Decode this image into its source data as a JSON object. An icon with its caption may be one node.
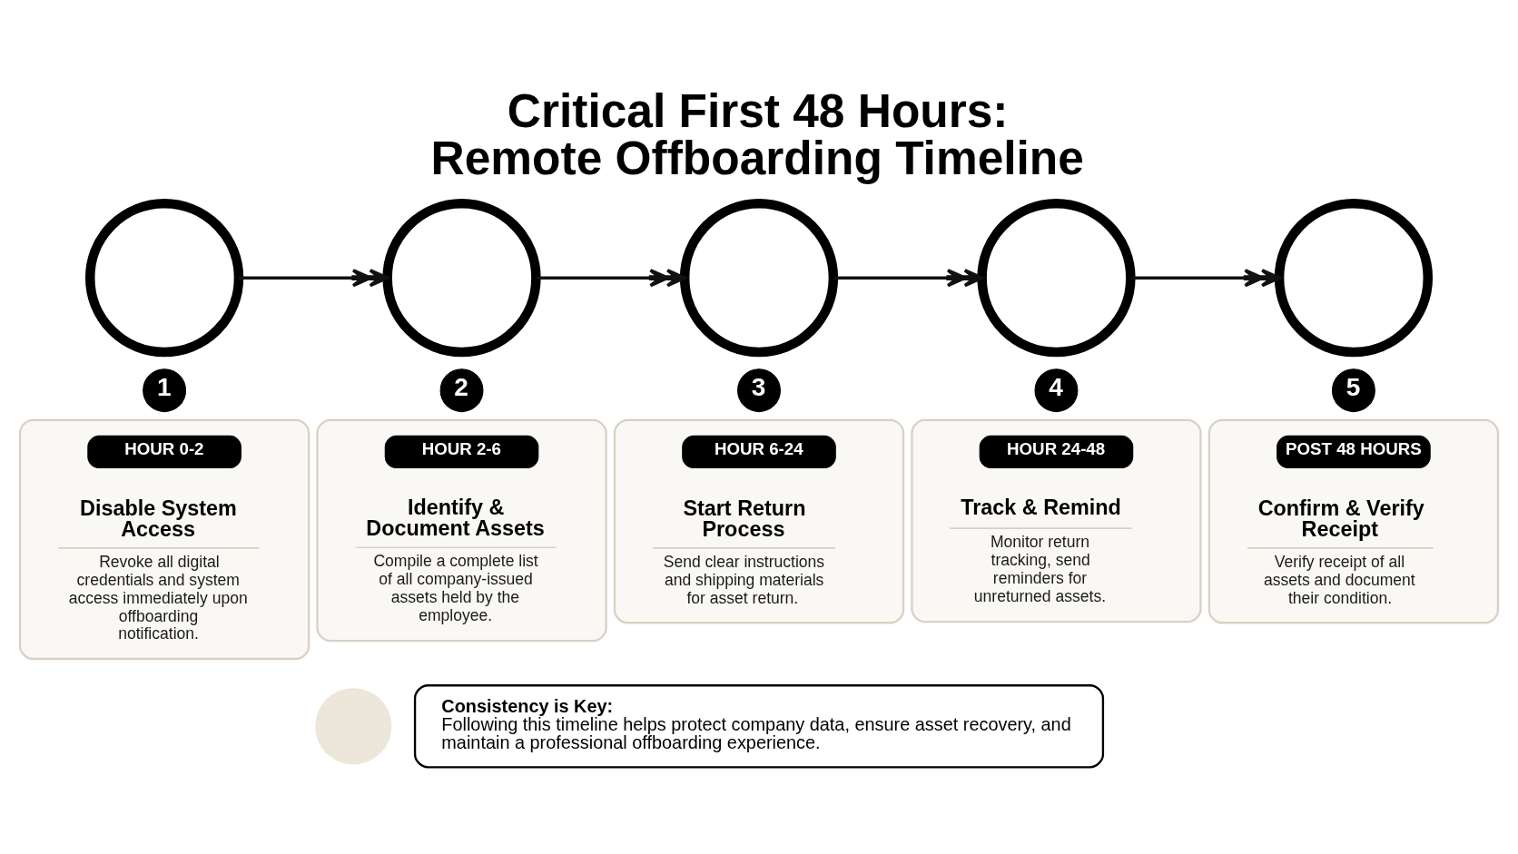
{
  "diagram": {
    "title": "Critical First 48 Hours: Remote Offboarding Timeline",
    "nodes": [
      {
        "text": [],
        "shape": "circle"
      },
      {
        "text": [
          "1"
        ]
      },
      {
        "text": [
          "Disable System Access",
          "Revoke all digital credentials and system access immediately upon offboarding notification."
        ]
      },
      {
        "text": [
          "HOUR 0-2"
        ],
        "in": 2
      },
      {
        "text": [],
        "shape": "circle"
      },
      {
        "text": [
          "2"
        ]
      },
      {
        "text": [
          "Identify & Document Assets",
          "Compile a complete list of all company-issued assets held by the employee."
        ]
      },
      {
        "text": [
          "HOUR 2-6"
        ],
        "in": 6
      },
      {
        "text": [],
        "shape": "circle"
      },
      {
        "text": [
          "3"
        ]
      },
      {
        "text": [
          "Start Return Process",
          "Send clear instructions and shipping materials for asset return."
        ]
      },
      {
        "text": [
          "HOUR 6-24"
        ],
        "in": 10
      },
      {
        "text": [],
        "shape": "circle"
      },
      {
        "text": [
          "4"
        ]
      },
      {
        "text": [
          "Track & Remind",
          "Monitor return tracking, send reminders for unreturned assets."
        ]
      },
      {
        "text": [
          "HOUR 24-48"
        ],
        "in": 14
      },
      {
        "text": [],
        "shape": "circle"
      },
      {
        "text": [
          "5"
        ]
      },
      {
        "text": [
          "Confirm & Verify Receipt",
          "Verify receipt of all assets and document their condition."
        ]
      },
      {
        "text": [
          "POST 48 HOURS"
        ],
        "in": 18
      },
      {
        "text": [],
        "shape": "circle"
      },
      {
        "text": [
          "Consistency is Key:",
          "Following this timeline helps protect company data, ensure asset recovery, and maintain a professional offboarding experience."
        ]
      }
    ],
    "edges": [
      {
        "from": 0,
        "to": 4,
        "arrow": "to"
      },
      {
        "from": 4,
        "to": 8,
        "arrow": "to"
      },
      {
        "from": 8,
        "to": 12,
        "arrow": "to"
      },
      {
        "from": 12,
        "to": 16,
        "arrow": "to"
      }
    ]
  }
}
